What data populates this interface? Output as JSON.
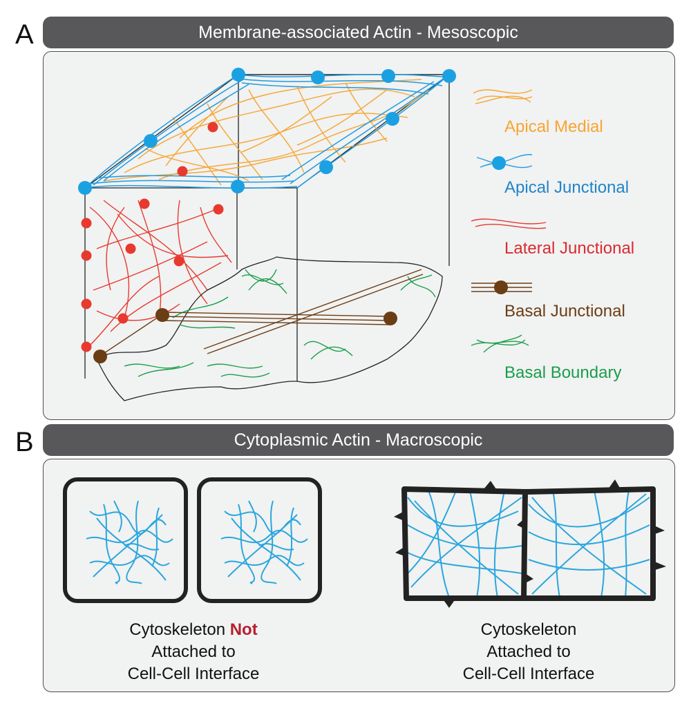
{
  "panel_a": {
    "letter": "A",
    "title": "Membrane-associated Actin - Mesoscopic",
    "legend": [
      {
        "label": "Apical Medial",
        "color": "#f7a531"
      },
      {
        "label": "Apical Junctional",
        "color": "#1f85c7"
      },
      {
        "label": "Lateral Junctional",
        "color": "#d92a2f"
      },
      {
        "label": "Basal Junctional",
        "color": "#6b3d14"
      },
      {
        "label": "Basal Boundary",
        "color": "#1a9e4a"
      }
    ]
  },
  "panel_b": {
    "letter": "B",
    "title": "Cytoplasmic Actin -  Macroscopic",
    "left_caption": {
      "line1_prefix": "Cytoskeleton ",
      "line1_emphasis": "Not",
      "line2": "Attached to",
      "line3": "Cell-Cell Interface"
    },
    "right_caption": {
      "line1": "Cytoskeleton",
      "line2": "Attached to",
      "line3": "Cell-Cell Interface"
    }
  },
  "colors": {
    "banner": "#58585a",
    "panel_bg": "#f1f2f2",
    "apical_medial": "#f7a531",
    "apical_junctional": "#1ba1e2",
    "lateral": "#e8392f",
    "basal_junctional": "#6b3d14",
    "basal_boundary": "#1a9e4a",
    "cytoplasmic_actin": "#2aa6de",
    "not_emphasis": "#b5202e"
  }
}
